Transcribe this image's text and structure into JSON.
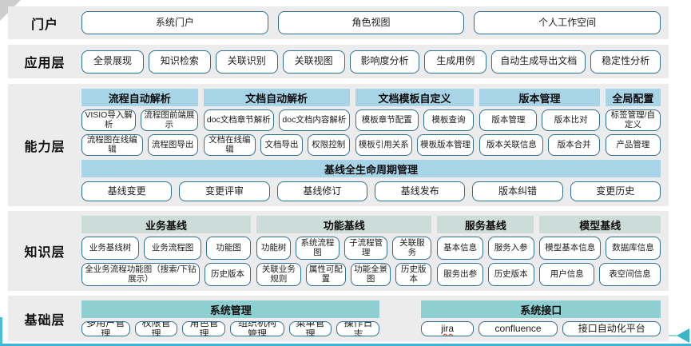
{
  "colors": {
    "row_background": "#ececec",
    "button_border": "#2e7193",
    "header_blue": "#a8d4e8",
    "header_sage": "#ccdcd8",
    "header_teal": "#8ed0d2",
    "accent_bottom_line": "#3fb3d6",
    "accent_left_tick": "#49c0cf",
    "arrow_teal": "#3ab6c8",
    "spellcheck_red": "#e03c31"
  },
  "decorations": {
    "spellcheck_word": "jira"
  },
  "layers": [
    {
      "id": "portal",
      "label": "门户",
      "buttons": [
        "系统门户",
        "角色视图",
        "个人工作空间"
      ]
    },
    {
      "id": "app",
      "label": "应用层",
      "buttons": [
        "全景展现",
        "知识检索",
        "关联识别",
        "关联视图",
        "影响度分析",
        "生成用例",
        "自动生成导出文档",
        "稳定性分析"
      ]
    },
    {
      "id": "capability",
      "label": "能力层",
      "groups": [
        {
          "title": "流程自动解析",
          "rows": [
            [
              "VISIO导入解析",
              "流程图前端展示"
            ],
            [
              "流程图在线编辑",
              "流程图导出"
            ]
          ]
        },
        {
          "title": "文档自动解析",
          "rows": [
            [
              "doc文档章节解析",
              "doc文档内容解析"
            ],
            [
              "文档在线编辑",
              "文档导出",
              "权限控制"
            ]
          ]
        },
        {
          "title": "文档模板自定义",
          "rows": [
            [
              "模板章节配置",
              "模板查询"
            ],
            [
              "模板引用关系",
              "模板版本管理"
            ]
          ]
        },
        {
          "title": "版本管理",
          "rows": [
            [
              "版本管理",
              "版本比对"
            ],
            [
              "版本关联信息",
              "版本合并"
            ]
          ]
        },
        {
          "title": "全局配置",
          "rows": [
            [
              "标签管理/自定义"
            ],
            [
              "产品管理"
            ]
          ]
        }
      ],
      "banner": {
        "title": "基线全生命周期管理",
        "buttons": [
          "基线变更",
          "变更评审",
          "基线修订",
          "基线发布",
          "版本纠错",
          "变更历史"
        ]
      }
    },
    {
      "id": "knowledge",
      "label": "知识层",
      "groups": [
        {
          "title": "业务基线",
          "rows": [
            [
              "业务基线树",
              "业务流程图",
              "功能图"
            ],
            [
              "全业务流程功能图（搜索/下钻展示）",
              "历史版本"
            ]
          ]
        },
        {
          "title": "功能基线",
          "rows": [
            [
              "功能树",
              "系统流程图",
              "子流程管理",
              "关联服务"
            ],
            [
              "关联业务规则",
              "属性可配置",
              "功能全景图",
              "历史版本"
            ]
          ]
        },
        {
          "title": "服务基线",
          "rows": [
            [
              "基本信息",
              "服务入参"
            ],
            [
              "服务出参",
              "历史版本"
            ]
          ]
        },
        {
          "title": "模型基线",
          "rows": [
            [
              "模型基本信息",
              "数据库信息"
            ],
            [
              "用户信息",
              "表空间信息"
            ]
          ]
        }
      ]
    },
    {
      "id": "foundation",
      "label": "基础层",
      "groups": [
        {
          "title": "系统管理",
          "rows": [
            [
              "多用户管理",
              "权限管理",
              "角色管理",
              "组织机构管理",
              "菜单管理",
              "操作日志"
            ]
          ]
        },
        {
          "title": "系统接口",
          "rows": [
            [
              "jira",
              "confluence",
              "接口自动化平台"
            ]
          ]
        }
      ]
    }
  ]
}
